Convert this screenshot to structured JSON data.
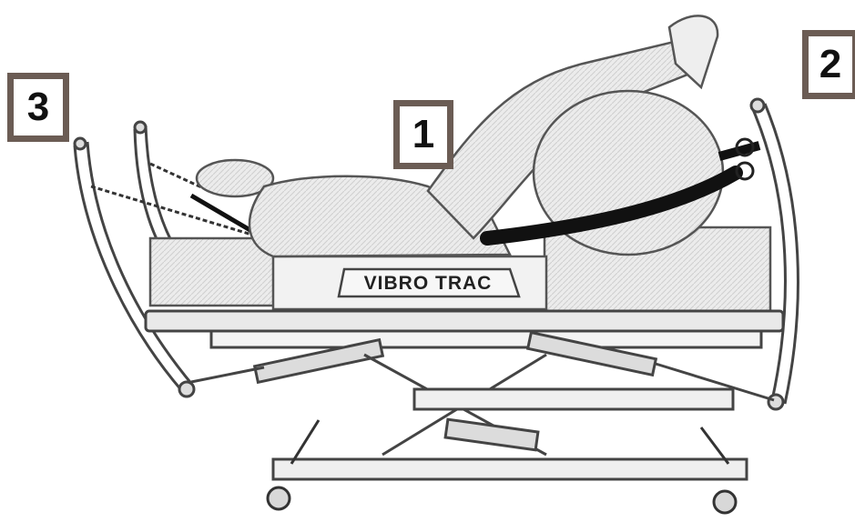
{
  "callouts": [
    {
      "id": "1",
      "label": "1"
    },
    {
      "id": "2",
      "label": "2"
    },
    {
      "id": "3",
      "label": "3"
    }
  ],
  "bed": {
    "brand_label": "VIBRO TRAC"
  },
  "colors": {
    "callout_border": "#6b5c54",
    "strap": "#111111",
    "sketch_stroke": "#444444",
    "background": "#ffffff"
  }
}
